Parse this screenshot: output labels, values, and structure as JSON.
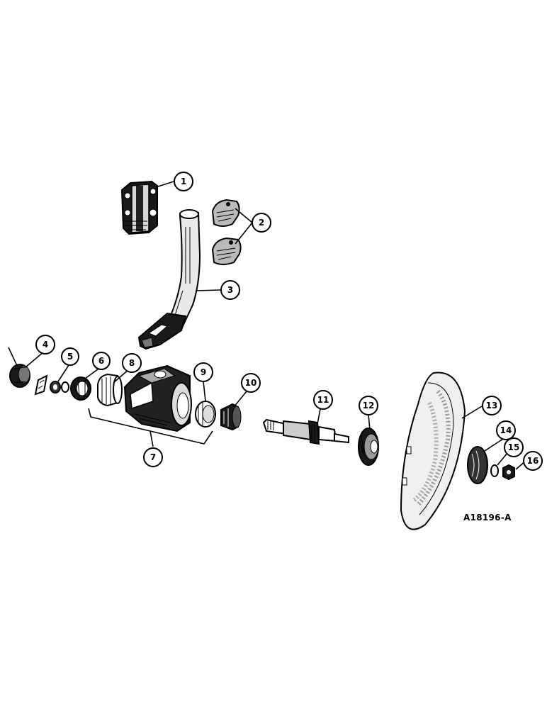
{
  "figure": {
    "reference_code": "A18196-A"
  },
  "callouts": [
    {
      "id": "1",
      "label": "1"
    },
    {
      "id": "2",
      "label": "2"
    },
    {
      "id": "3",
      "label": "3"
    },
    {
      "id": "4",
      "label": "4"
    },
    {
      "id": "5",
      "label": "5"
    },
    {
      "id": "6",
      "label": "6"
    },
    {
      "id": "7",
      "label": "7"
    },
    {
      "id": "8",
      "label": "8"
    },
    {
      "id": "9",
      "label": "9"
    },
    {
      "id": "10",
      "label": "10"
    },
    {
      "id": "11",
      "label": "11"
    },
    {
      "id": "12",
      "label": "12"
    },
    {
      "id": "13",
      "label": "13"
    },
    {
      "id": "14",
      "label": "14"
    },
    {
      "id": "15",
      "label": "15"
    },
    {
      "id": "16",
      "label": "16"
    }
  ]
}
